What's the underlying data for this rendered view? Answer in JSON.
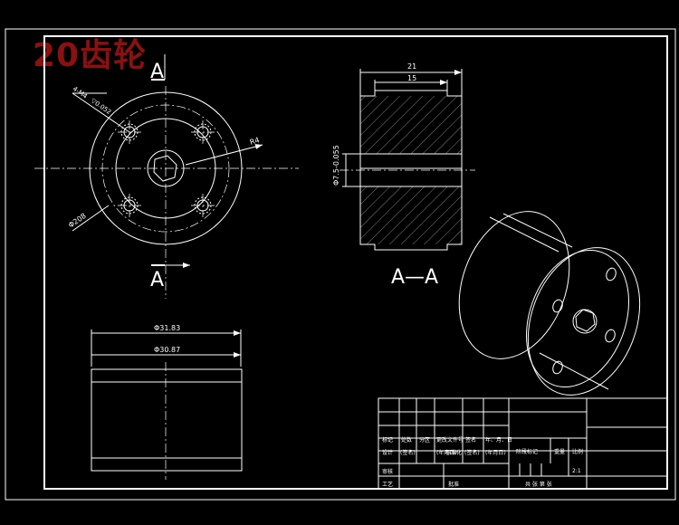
{
  "title": "20齿轮",
  "section_labels": {
    "a_top": "A",
    "a_bottom": "A",
    "section_name": "A—A"
  },
  "front_view_dims": {
    "hole_callout": "4-M4",
    "hole_depth": "▽0.052",
    "radius": "R4",
    "diameter": "Φ208"
  },
  "section_view_dims": {
    "overall_width": "21",
    "inner_width": "15",
    "bore_dia": "Φ7.5-0.055"
  },
  "side_view_dims": {
    "outer_dia": "Φ31.83",
    "inner_dia": "Φ30.87"
  },
  "title_block": {
    "row_mark": [
      "标记",
      "处数",
      "分区",
      "更改文件号",
      "签名",
      "年、月、日"
    ],
    "row_design": [
      "设计",
      "(签名)",
      "(年月日)",
      "标准化",
      "(签名)",
      "(年月日)"
    ],
    "stage_label": "阶段标记",
    "weight_label": "重量",
    "scale_label": "比例",
    "scale_value": "2:1",
    "review_label": "审核",
    "process_label": "工艺",
    "approve_label": "批准",
    "sheet_info": "共  张  第  张"
  }
}
